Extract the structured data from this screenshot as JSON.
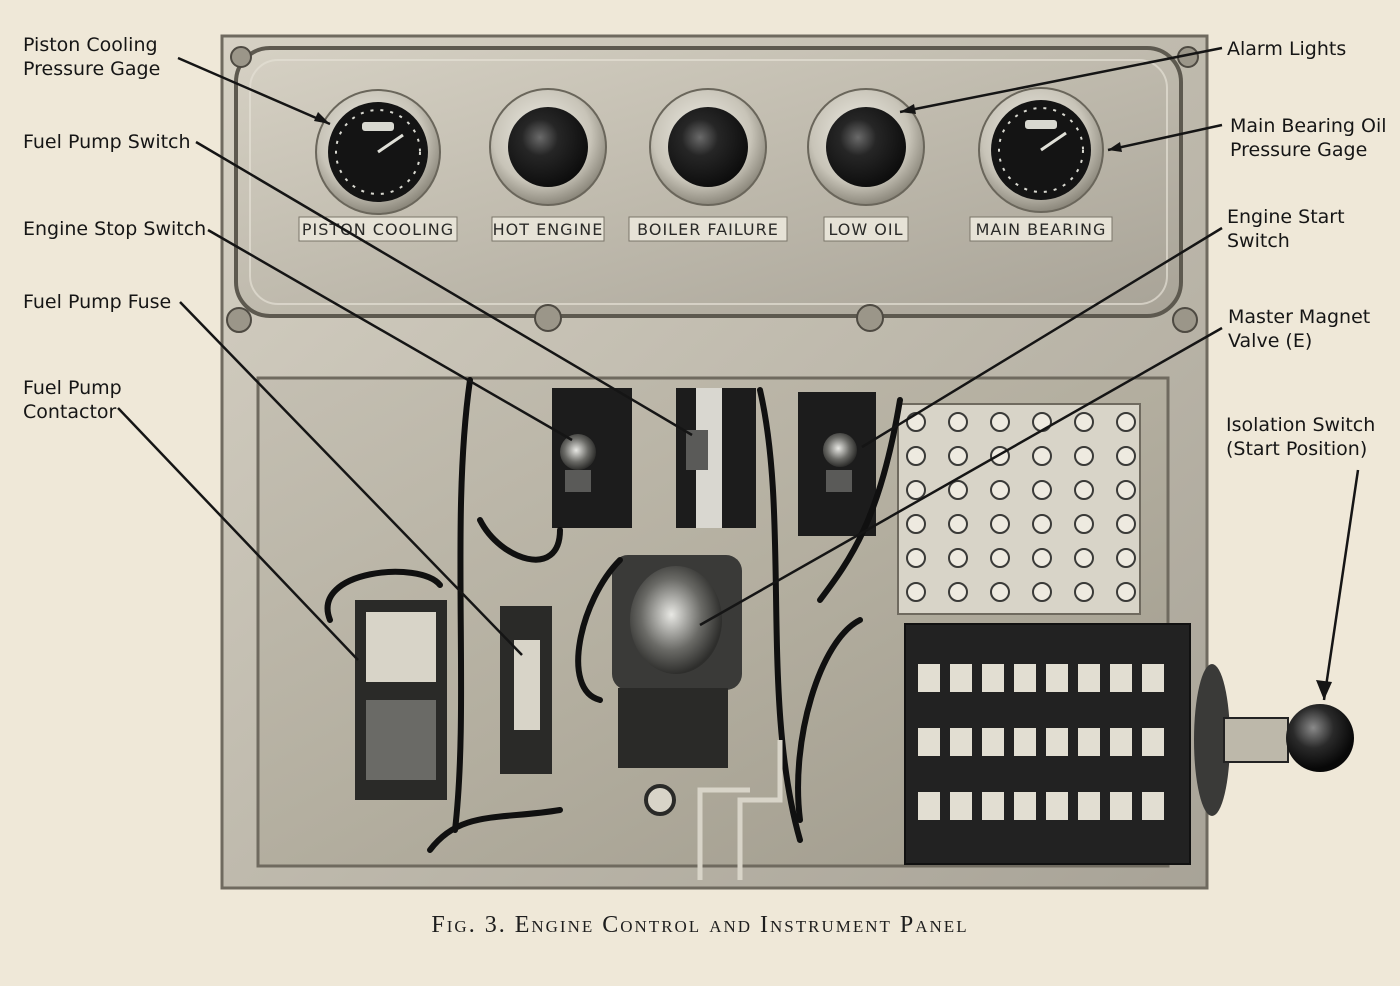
{
  "caption": "Fig. 3. Engine Control and Instrument Panel",
  "left_callouts": [
    {
      "lines": [
        "Piston Cooling",
        "Pressure Gage"
      ]
    },
    {
      "lines": [
        "Fuel Pump Switch"
      ]
    },
    {
      "lines": [
        "Engine Stop Switch"
      ]
    },
    {
      "lines": [
        "Fuel Pump Fuse"
      ]
    },
    {
      "lines": [
        "Fuel Pump",
        "Contactor"
      ]
    }
  ],
  "right_callouts": [
    {
      "lines": [
        "Alarm Lights"
      ]
    },
    {
      "lines": [
        "Main Bearing Oil",
        "Pressure Gage"
      ]
    },
    {
      "lines": [
        "Engine Start",
        "Switch"
      ]
    },
    {
      "lines": [
        "Master Magnet",
        "Valve (E)"
      ]
    },
    {
      "lines": [
        "Isolation Switch",
        "(Start Position)"
      ]
    }
  ],
  "panel_labels": [
    "PISTON COOLING",
    "HOT ENGINE",
    "BOILER FAILURE",
    "LOW OIL",
    "MAIN BEARING"
  ],
  "colors": {
    "paper": "#efe8d8",
    "ink": "#161616",
    "metal": "#c9c4b6",
    "metal_dark": "#8e897d"
  }
}
